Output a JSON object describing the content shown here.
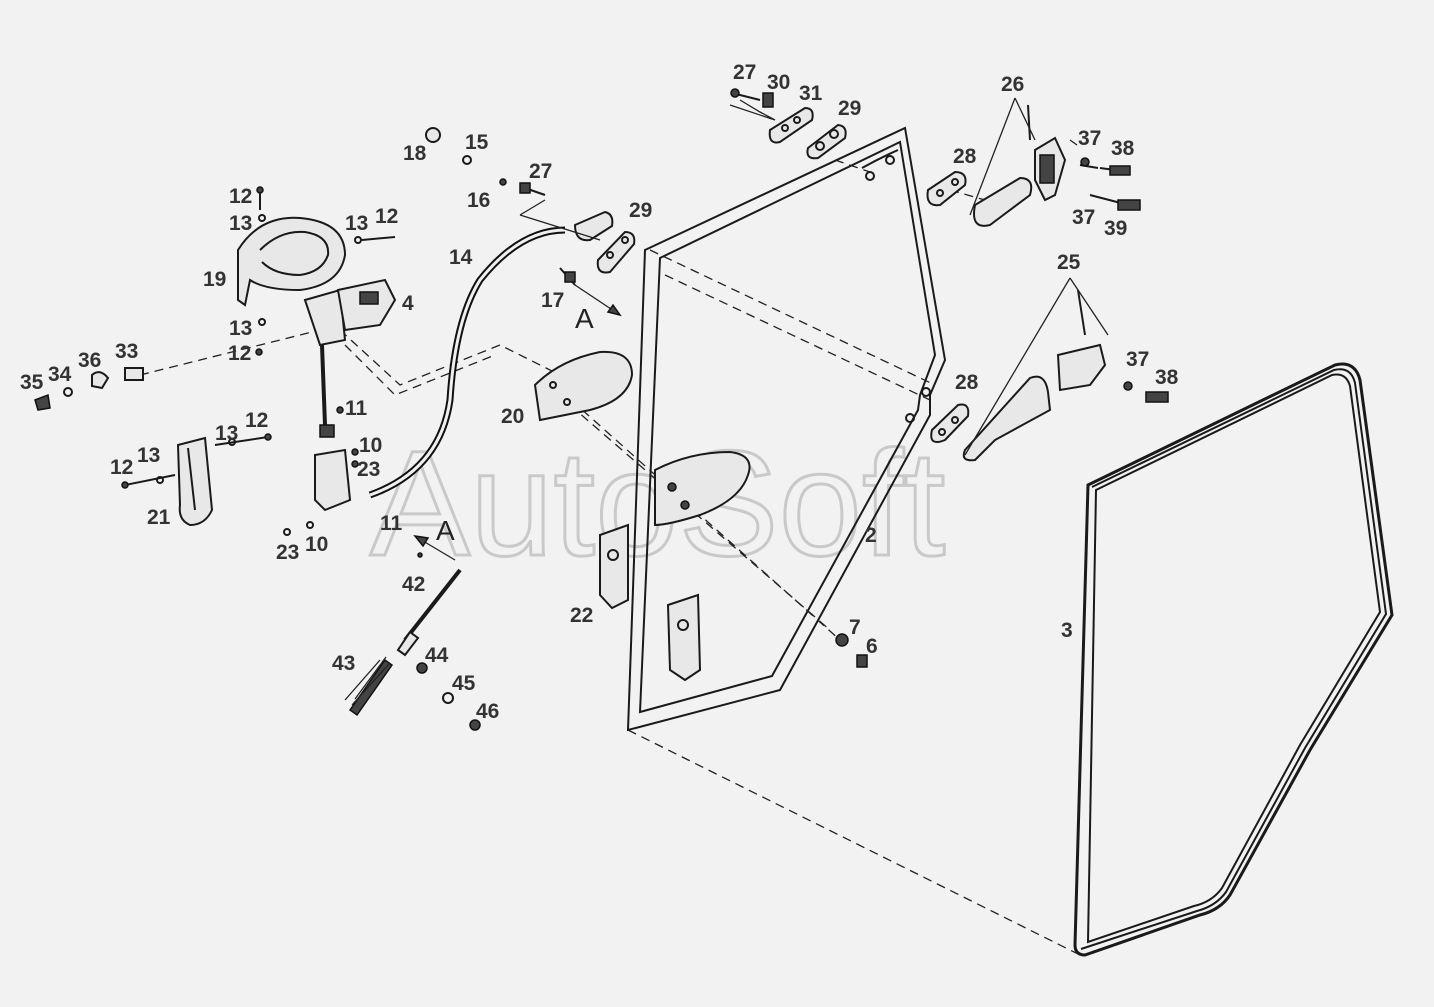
{
  "watermark": "AutoSoft",
  "view_marker": "A",
  "callouts": [
    {
      "id": "c2",
      "text": "2"
    },
    {
      "id": "c3",
      "text": "3"
    },
    {
      "id": "c4",
      "text": "4"
    },
    {
      "id": "c6",
      "text": "6"
    },
    {
      "id": "c7",
      "text": "7"
    },
    {
      "id": "c10a",
      "text": "10"
    },
    {
      "id": "c10b",
      "text": "10"
    },
    {
      "id": "c11a",
      "text": "11"
    },
    {
      "id": "c11b",
      "text": "11"
    },
    {
      "id": "c12a",
      "text": "12"
    },
    {
      "id": "c12b",
      "text": "12"
    },
    {
      "id": "c12c",
      "text": "12"
    },
    {
      "id": "c12d",
      "text": "12"
    },
    {
      "id": "c12e",
      "text": "12"
    },
    {
      "id": "c13a",
      "text": "13"
    },
    {
      "id": "c13b",
      "text": "13"
    },
    {
      "id": "c13c",
      "text": "13"
    },
    {
      "id": "c13d",
      "text": "13"
    },
    {
      "id": "c13e",
      "text": "13"
    },
    {
      "id": "c14",
      "text": "14"
    },
    {
      "id": "c15",
      "text": "15"
    },
    {
      "id": "c16",
      "text": "16"
    },
    {
      "id": "c17",
      "text": "17"
    },
    {
      "id": "c18",
      "text": "18"
    },
    {
      "id": "c19",
      "text": "19"
    },
    {
      "id": "c20",
      "text": "20"
    },
    {
      "id": "c21",
      "text": "21"
    },
    {
      "id": "c22",
      "text": "22"
    },
    {
      "id": "c23a",
      "text": "23"
    },
    {
      "id": "c23b",
      "text": "23"
    },
    {
      "id": "c25",
      "text": "25"
    },
    {
      "id": "c26",
      "text": "26"
    },
    {
      "id": "c27a",
      "text": "27"
    },
    {
      "id": "c27b",
      "text": "27"
    },
    {
      "id": "c28a",
      "text": "28"
    },
    {
      "id": "c28b",
      "text": "28"
    },
    {
      "id": "c29a",
      "text": "29"
    },
    {
      "id": "c29b",
      "text": "29"
    },
    {
      "id": "c30",
      "text": "30"
    },
    {
      "id": "c31",
      "text": "31"
    },
    {
      "id": "c33",
      "text": "33"
    },
    {
      "id": "c34",
      "text": "34"
    },
    {
      "id": "c35",
      "text": "35"
    },
    {
      "id": "c36",
      "text": "36"
    },
    {
      "id": "c37a",
      "text": "37"
    },
    {
      "id": "c37b",
      "text": "37"
    },
    {
      "id": "c37c",
      "text": "37"
    },
    {
      "id": "c38a",
      "text": "38"
    },
    {
      "id": "c38b",
      "text": "38"
    },
    {
      "id": "c39",
      "text": "39"
    },
    {
      "id": "c42",
      "text": "42"
    },
    {
      "id": "c43",
      "text": "43"
    },
    {
      "id": "c44",
      "text": "44"
    },
    {
      "id": "c45",
      "text": "45"
    },
    {
      "id": "c46",
      "text": "46"
    }
  ]
}
